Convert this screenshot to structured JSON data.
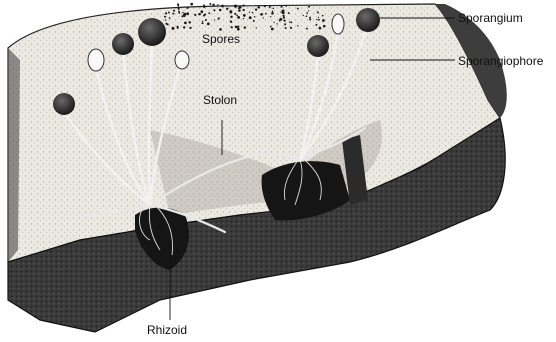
{
  "labels": {
    "spores": "Spores",
    "sporangium": "Sporangium",
    "sporangiophore": "Sporangiophore",
    "stolon": "Stolon",
    "rhizoid": "Rhizoid"
  },
  "colors": {
    "background": "#ffffff",
    "bread_top": "#ece8e2",
    "bread_crust": "#2a2a2a",
    "ink": "#111111"
  }
}
